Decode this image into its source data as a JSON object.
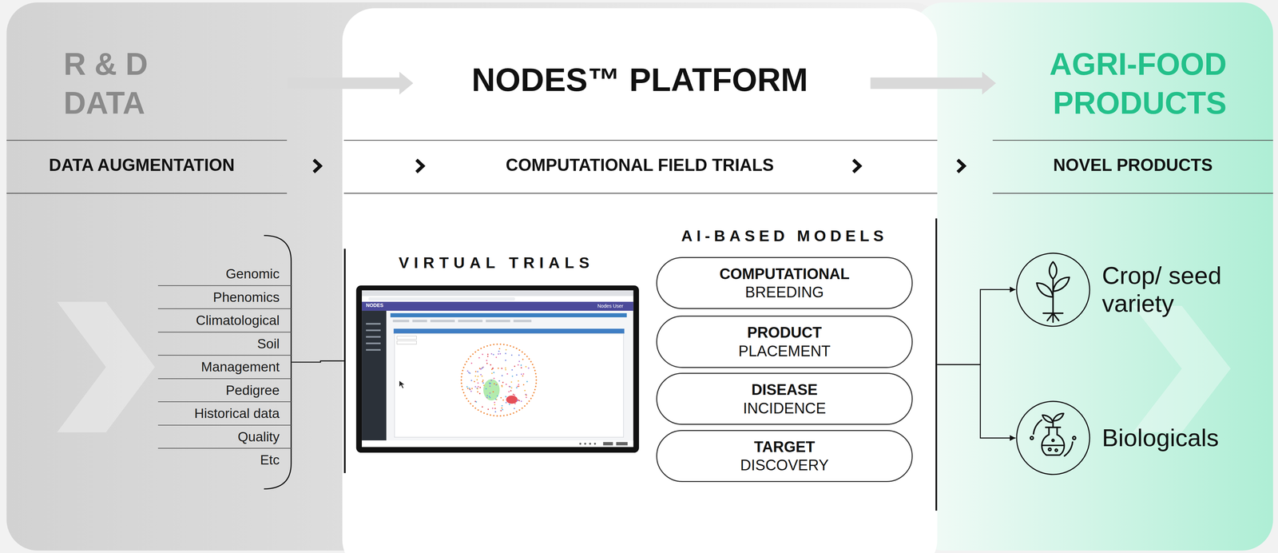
{
  "diagram": {
    "nodes": [
      {
        "text": [
          "R & D DATA",
          "DATA AUGMENTATION"
        ]
      },
      {
        "text": [
          "Genomic",
          "Phenomics",
          "Climatological",
          "Soil",
          "Management",
          "Pedigree",
          "Historical data",
          "Quality",
          "Etc"
        ],
        "in": 0
      },
      {
        "text": [
          "NODES™ PLATFORM",
          "COMPUTATIONAL FIELD TRIALS"
        ]
      },
      {
        "text": [
          "VIRTUAL TRIALS"
        ],
        "in": 2
      },
      {
        "text": [
          "AI-BASED MODELS"
        ],
        "in": 2
      },
      {
        "text": [
          "COMPUTATIONAL",
          "BREEDING"
        ],
        "in": 4
      },
      {
        "text": [
          "PRODUCT",
          "PLACEMENT"
        ],
        "in": 4
      },
      {
        "text": [
          "DISEASE",
          "INCIDENCE"
        ],
        "in": 4
      },
      {
        "text": [
          "TARGET",
          "DISCOVERY"
        ],
        "in": 4
      },
      {
        "text": [
          "AGRI-FOOD PRODUCTS",
          "NOVEL PRODUCTS"
        ]
      },
      {
        "text": [
          "Crop/ seed variety"
        ],
        "in": 9
      },
      {
        "text": [
          "Biologicals"
        ],
        "in": 9
      }
    ],
    "edges": [
      {
        "from": 1,
        "to": 3,
        "arrow": "none"
      },
      {
        "from": 4,
        "to": 10,
        "arrow": "to"
      },
      {
        "from": 4,
        "to": 11,
        "arrow": "to"
      }
    ],
    "labels": [
      "NODES",
      "Nodes User"
    ]
  }
}
